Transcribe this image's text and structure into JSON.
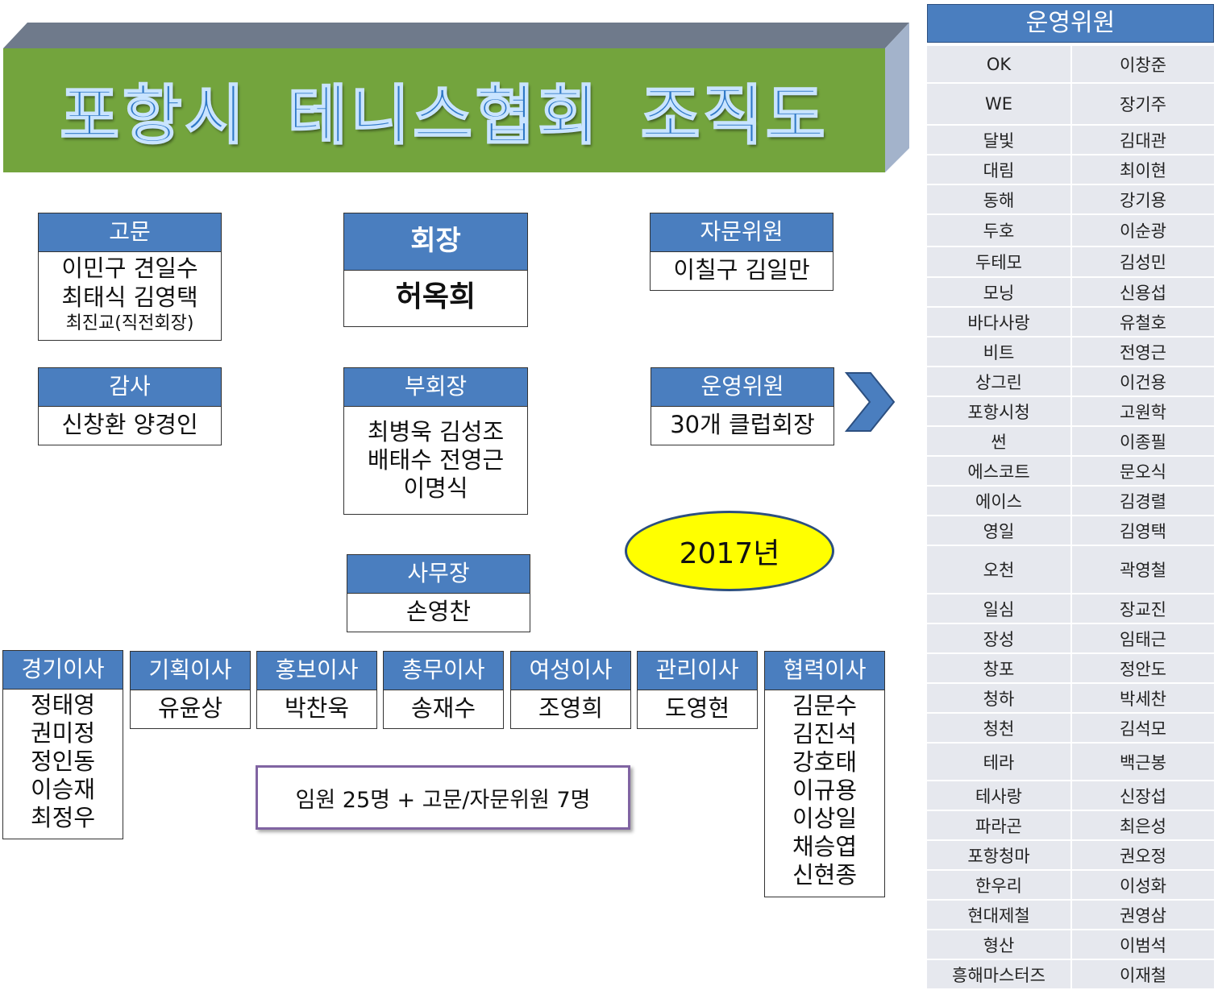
{
  "banner": {
    "title": "포항시 테니스협회 조직도"
  },
  "advisors": {
    "header": "고문",
    "lines": [
      "이민구 견일수",
      "최태식 김영택",
      "최진교(직전회장)"
    ]
  },
  "president": {
    "header": "회장",
    "name": "허옥희"
  },
  "consultants": {
    "header": "자문위원",
    "lines": [
      "이칠구 김일만"
    ]
  },
  "auditor": {
    "header": "감사",
    "lines": [
      "신창환 양경인"
    ]
  },
  "vice_presidents": {
    "header": "부회장",
    "lines": [
      "최병욱 김성조",
      "배태수 전영근",
      "이명식"
    ]
  },
  "operations_box": {
    "header": "운영위원",
    "lines": [
      "30개 클럽회장"
    ]
  },
  "year_badge": "2017년",
  "secretary_general": {
    "header": "사무장",
    "name": "손영찬"
  },
  "directors": [
    {
      "header": "경기이사",
      "names": [
        "정태영",
        "권미정",
        "정인동",
        "이승재",
        "최정우"
      ]
    },
    {
      "header": "기획이사",
      "names": [
        "유윤상"
      ]
    },
    {
      "header": "홍보이사",
      "names": [
        "박찬욱"
      ]
    },
    {
      "header": "총무이사",
      "names": [
        "송재수"
      ]
    },
    {
      "header": "여성이사",
      "names": [
        "조영희"
      ]
    },
    {
      "header": "관리이사",
      "names": [
        "도영현"
      ]
    },
    {
      "header": "협력이사",
      "names": [
        "김문수",
        "김진석",
        "강호태",
        "이규용",
        "이상일",
        "채승엽",
        "신현종"
      ]
    }
  ],
  "summary": "임원 25명 + 고문/자문위원 7명",
  "operations_committee": {
    "header": "운영위원",
    "rows": [
      [
        "OK",
        "이창준"
      ],
      [
        "WE",
        "장기주"
      ],
      [
        "달빛",
        "김대관"
      ],
      [
        "대림",
        "최이현"
      ],
      [
        "동해",
        "강기용"
      ],
      [
        "두호",
        "이순광"
      ],
      [
        "두테모",
        "김성민"
      ],
      [
        "모닝",
        "신용섭"
      ],
      [
        "바다사랑",
        "유철호"
      ],
      [
        "비트",
        "전영근"
      ],
      [
        "상그린",
        "이건용"
      ],
      [
        "포항시청",
        "고원학"
      ],
      [
        "썬",
        "이종필"
      ],
      [
        "에스코트",
        "문오식"
      ],
      [
        "에이스",
        "김경렬"
      ],
      [
        "영일",
        "김영택"
      ],
      [
        "오천",
        "곽영철"
      ],
      [
        "일심",
        "장교진"
      ],
      [
        "장성",
        "임태근"
      ],
      [
        "창포",
        "정안도"
      ],
      [
        "청하",
        "박세찬"
      ],
      [
        "청천",
        "김석모"
      ],
      [
        "테라",
        "백근봉"
      ],
      [
        "테사랑",
        "신장섭"
      ],
      [
        "파라곤",
        "최은성"
      ],
      [
        "포항청마",
        "권오정"
      ],
      [
        "한우리",
        "이성화"
      ],
      [
        "현대제철",
        "권영삼"
      ],
      [
        "형산",
        "이범석"
      ],
      [
        "흥해마스터즈",
        "이재철"
      ]
    ]
  },
  "colors": {
    "header_blue": "#4a7ebf",
    "banner_green": "#73a43d",
    "badge_yellow": "#ffff00",
    "summary_border": "#8064a2"
  }
}
